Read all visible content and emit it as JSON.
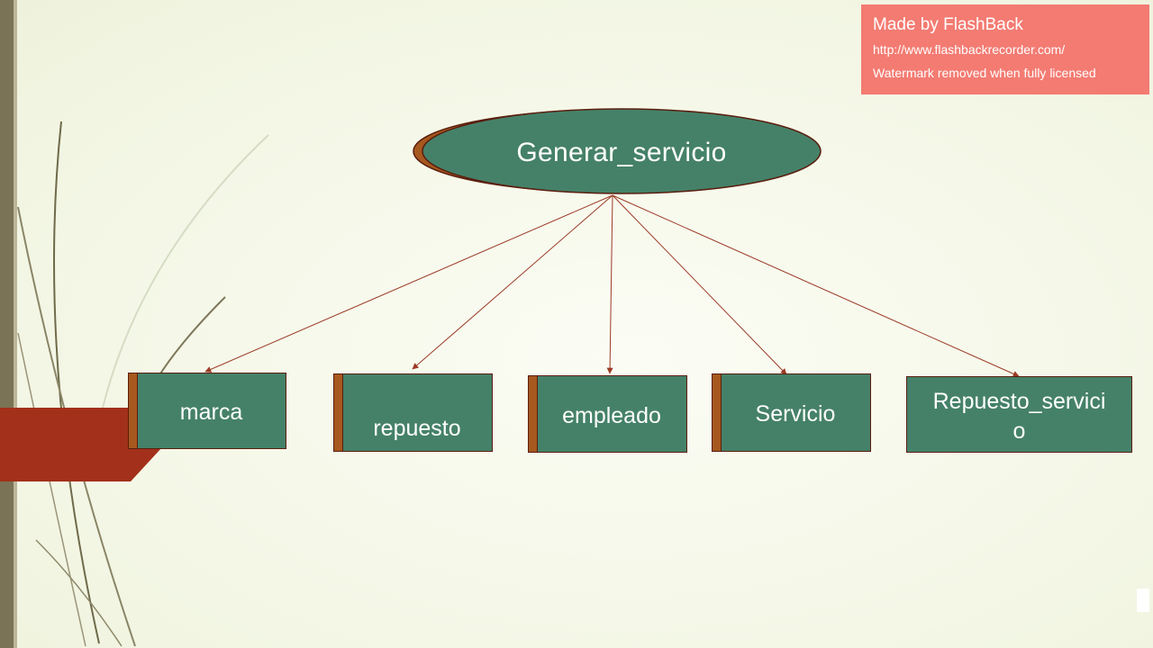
{
  "colors": {
    "node_fill": "#458169",
    "node_border": "#5a1e0e",
    "tab_fill": "#a6581e",
    "arrow": "#9b3b26",
    "banner": "#a2301a",
    "watermark_bg": "#f37b72"
  },
  "diagram": {
    "root": {
      "label": "Generar_servicio"
    },
    "children": [
      {
        "label": "marca"
      },
      {
        "label": "repuesto"
      },
      {
        "label": "empleado"
      },
      {
        "label": "Servicio"
      },
      {
        "label": "Repuesto_servici",
        "label_cont": "o"
      }
    ]
  },
  "watermark": {
    "title": "Made by FlashBack",
    "url": "http://www.flashbackrecorder.com/",
    "note": "Watermark removed when fully licensed"
  }
}
